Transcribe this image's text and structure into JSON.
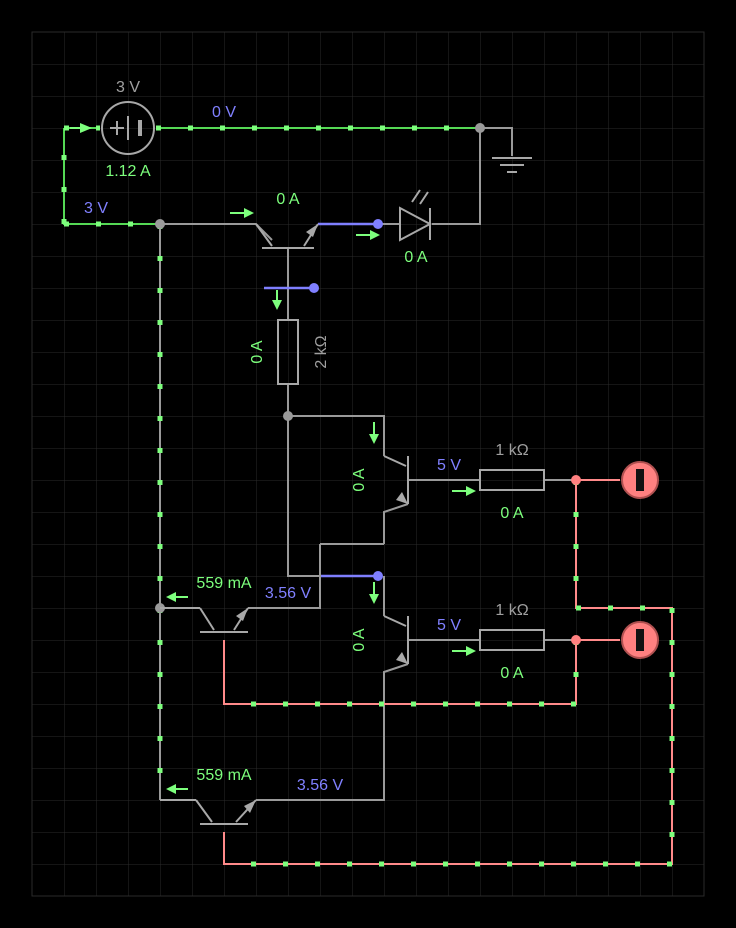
{
  "colors": {
    "background": "#000000",
    "grid": "#2a2a2a",
    "wire": "#9a9a9a",
    "current": "#7dff7d",
    "voltage": "#8080ff",
    "probe": "#ff8080",
    "component_label": "#a0a0a0"
  },
  "battery": {
    "voltage": "3 V",
    "current": "1.12 A",
    "icon": "battery-icon"
  },
  "ground": {
    "icon": "ground-icon"
  },
  "led": {
    "current": "0 A",
    "icon": "led-icon"
  },
  "node_labels": {
    "top_wire": "0 V",
    "left_wire": "3 V"
  },
  "q1": {
    "current": "0 A"
  },
  "r_base": {
    "value": "2 kΩ",
    "current": "0 A"
  },
  "q2": {
    "base_current": "0 A",
    "collector_voltage": "5 V"
  },
  "q3": {
    "base_current": "0 A",
    "collector_voltage": "5 V"
  },
  "r_out1": {
    "value": "1 kΩ",
    "current": "0 A"
  },
  "r_out2": {
    "value": "1 kΩ",
    "current": "0 A"
  },
  "q4": {
    "current": "559 mA",
    "voltage": "3.56 V"
  },
  "q5": {
    "current": "559 mA",
    "voltage": "3.56 V"
  },
  "outputs": [
    {
      "icon": "output-probe-icon"
    },
    {
      "icon": "output-probe-icon"
    }
  ]
}
